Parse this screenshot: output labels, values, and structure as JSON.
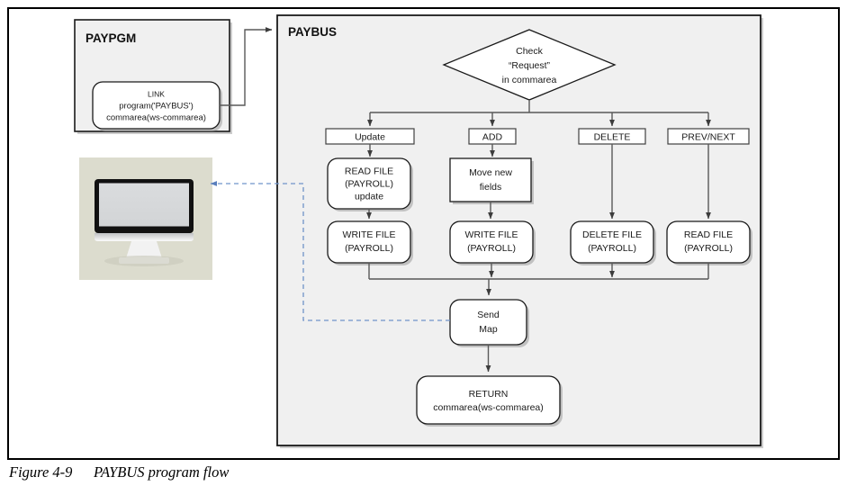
{
  "figure": {
    "caption_number": "Figure 4-9",
    "caption_title": "PAYBUS program flow"
  },
  "colors": {
    "panel_fill": "#f0f0f0",
    "panel_border": "#1a1a1a",
    "shape_stroke": "#1a1a1a",
    "connector": "#595959",
    "dashed_connector": "#6f93c9",
    "monitor_bg": "#dcdcce",
    "monitor_bezel": "#111111",
    "monitor_screen": "#d6d8da",
    "shape_fill": "#ffffff"
  },
  "panels": [
    {
      "id": "paypgm",
      "title": "PAYPGM"
    },
    {
      "id": "paybus",
      "title": "PAYBUS"
    }
  ],
  "paypgm": {
    "title": "PAYPGM",
    "link_node": {
      "name": "link-node",
      "lines": [
        "LINK",
        "program('PAYBUS')",
        "commarea(ws-commarea)"
      ]
    }
  },
  "terminal": {
    "name": "user-terminal",
    "icon": "monitor-icon"
  },
  "paybus": {
    "title": "PAYBUS",
    "decision": {
      "name": "check-request-decision",
      "lines": [
        "Check",
        "“Request”",
        "in commarea"
      ]
    },
    "branches": [
      {
        "id": "update",
        "label": "Update",
        "steps": [
          {
            "id": "read-file-update",
            "lines": [
              "READ FILE",
              "(PAYROLL)",
              "update"
            ],
            "shape": "rounded"
          },
          {
            "id": "write-file-update",
            "lines": [
              "WRITE FILE",
              "(PAYROLL)"
            ],
            "shape": "rounded"
          }
        ]
      },
      {
        "id": "add",
        "label": "ADD",
        "steps": [
          {
            "id": "move-new-fields",
            "lines": [
              "Move new",
              "fields"
            ],
            "shape": "rectangle"
          },
          {
            "id": "write-file-add",
            "lines": [
              "WRITE FILE",
              "(PAYROLL)"
            ],
            "shape": "rounded"
          }
        ]
      },
      {
        "id": "delete",
        "label": "DELETE",
        "steps": [
          {
            "id": "delete-file",
            "lines": [
              "DELETE FILE",
              "(PAYROLL)"
            ],
            "shape": "rounded"
          }
        ]
      },
      {
        "id": "prevnext",
        "label": "PREV/NEXT",
        "steps": [
          {
            "id": "read-file-prevnext",
            "lines": [
              "READ FILE",
              "(PAYROLL)"
            ],
            "shape": "rounded"
          }
        ]
      }
    ],
    "send_map": {
      "name": "send-map-node",
      "lines": [
        "Send",
        "Map"
      ]
    },
    "return_node": {
      "name": "return-node",
      "lines": [
        "RETURN",
        "commarea(ws-commarea)"
      ]
    }
  }
}
